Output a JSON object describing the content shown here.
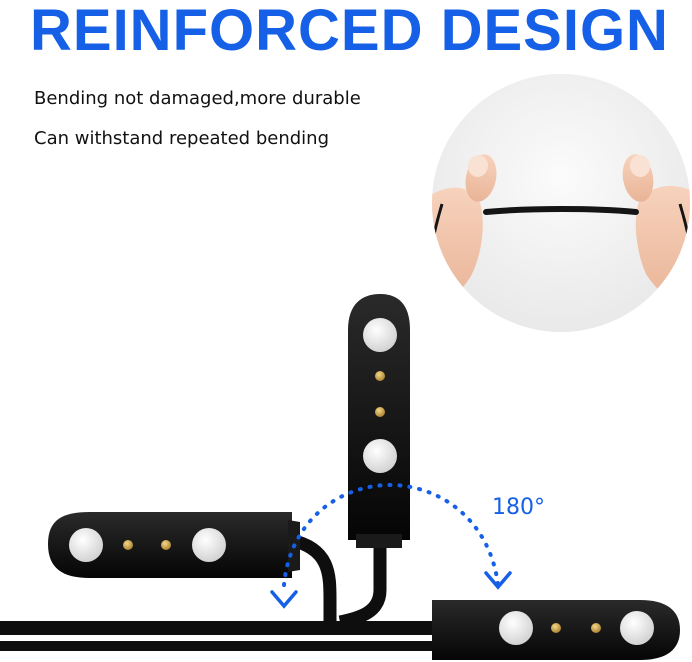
{
  "heading": "REINFORCED DESIGN",
  "features": [
    "Bending not damaged,more durable",
    "Can withstand repeated bending"
  ],
  "angle_label": "180°",
  "colors": {
    "accent": "#1560e6",
    "connector_body": "#111111",
    "pin_gold": "#c9a24a",
    "pad_white": "#ececec"
  }
}
